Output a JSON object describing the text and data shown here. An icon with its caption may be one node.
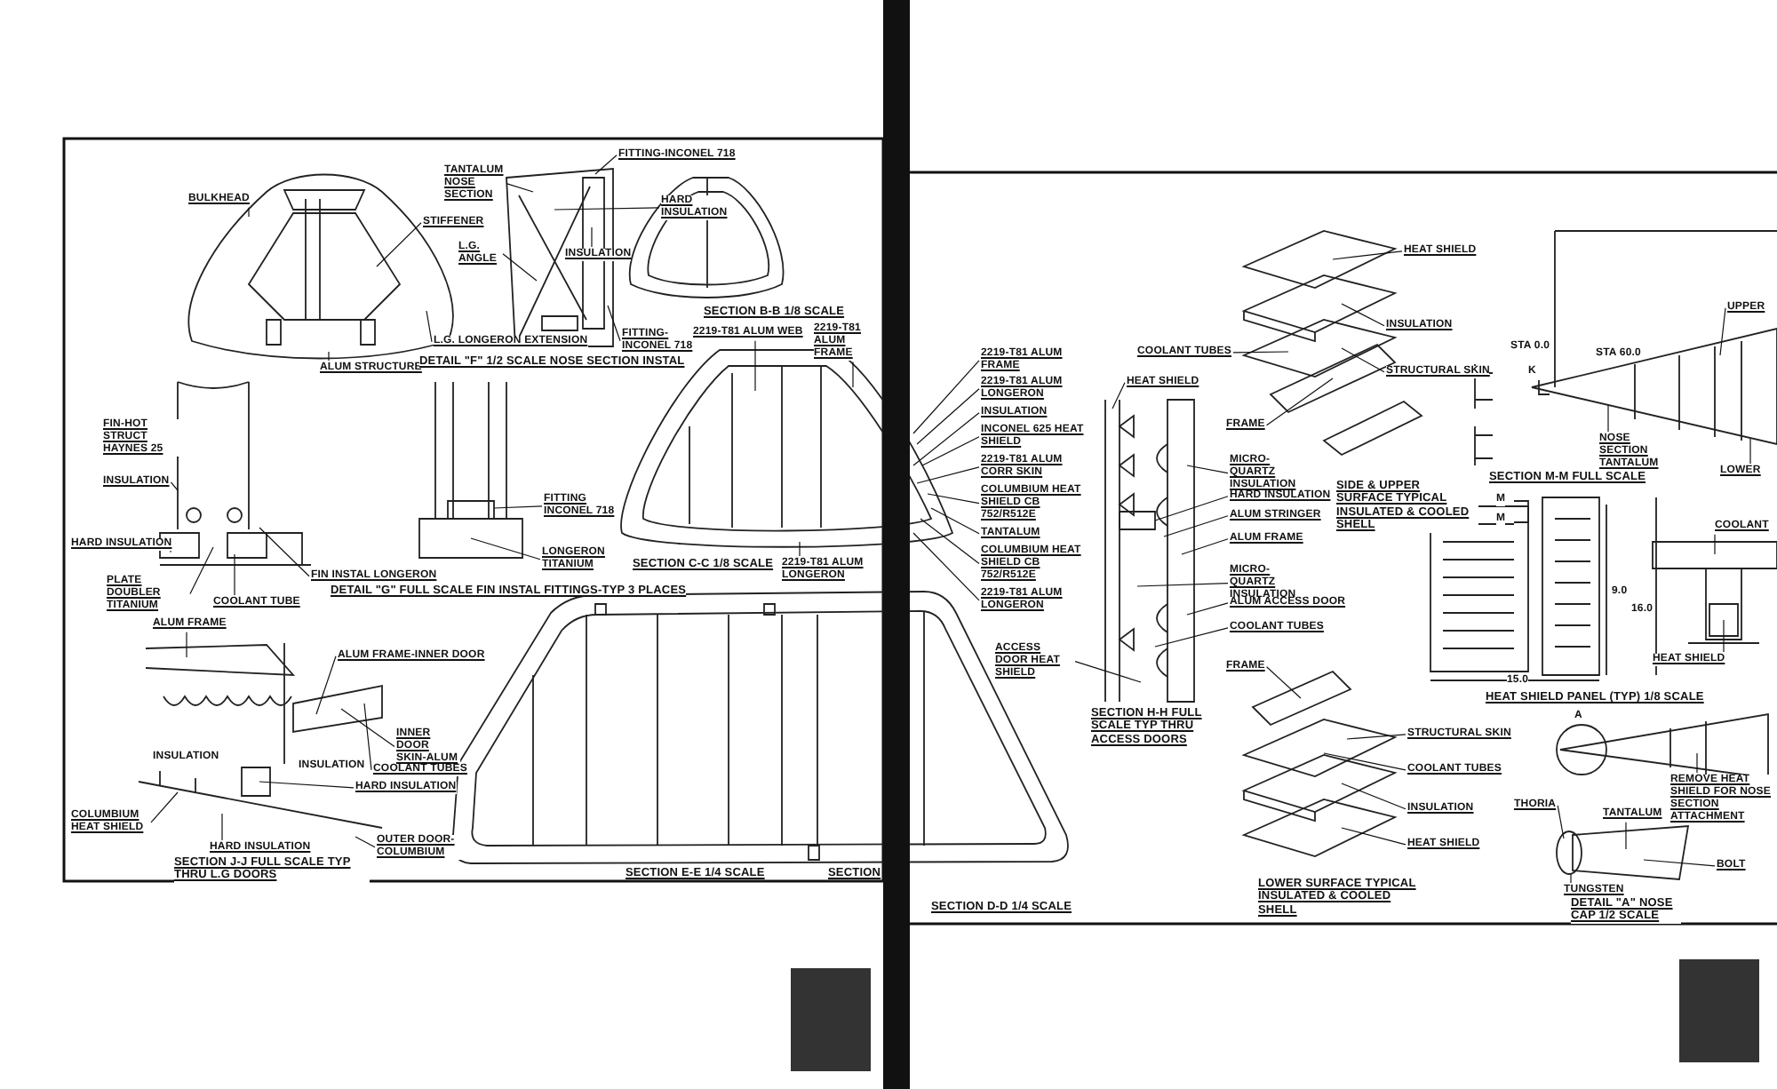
{
  "diagram": {
    "nodes": [
      {
        "text": [
          "BULKHEAD"
        ]
      },
      {
        "text": [
          "STIFFENER"
        ]
      },
      {
        "text": [
          "ALUM STRUCTURE"
        ]
      },
      {
        "text": [
          "L.G. LONGERON EXTENSION"
        ]
      },
      {
        "text": [
          "TANTALUM NOSE SECTION"
        ]
      },
      {
        "text": [
          "FITTING-INCONEL 718"
        ]
      },
      {
        "text": [
          "HARD INSULATION"
        ]
      },
      {
        "text": [
          "L.G. ANGLE"
        ]
      },
      {
        "text": [
          "INSULATION"
        ]
      },
      {
        "text": [
          "FITTING-INCONEL 718"
        ]
      },
      {
        "text": [
          "2219-T81 ALUM WEB"
        ]
      },
      {
        "text": [
          "2219-T81 ALUM FRAME"
        ]
      },
      {
        "text": [
          "2219-T81 ALUM FRAME"
        ]
      },
      {
        "text": [
          "2219-T81 ALUM LONGERON"
        ]
      },
      {
        "text": [
          "INSULATION"
        ]
      },
      {
        "text": [
          "INCONEL 625 HEAT SHIELD"
        ]
      },
      {
        "text": [
          "2219-T81 ALUM CORR SKIN"
        ]
      },
      {
        "text": [
          "COLUMBIUM HEAT SHIELD CB 752/R512E"
        ]
      },
      {
        "text": [
          "TANTALUM"
        ]
      },
      {
        "text": [
          "COLUMBIUM HEAT SHIELD CB 752/R512E"
        ]
      },
      {
        "text": [
          "2219-T81 ALUM LONGERON"
        ]
      },
      {
        "text": [
          "2219-T81 ALUM LONGERON"
        ]
      },
      {
        "text": [
          "FIN-HOT STRUCT HAYNES 25"
        ]
      },
      {
        "text": [
          "INSULATION"
        ]
      },
      {
        "text": [
          "HARD INSULATION"
        ]
      },
      {
        "text": [
          "PLATE DOUBLER TITANIUM"
        ]
      },
      {
        "text": [
          "FIN INSTAL LONGERON"
        ]
      },
      {
        "text": [
          "COOLANT TUBE"
        ]
      },
      {
        "text": [
          "FITTING INCONEL 718"
        ]
      },
      {
        "text": [
          "LONGERON TITANIUM"
        ]
      },
      {
        "text": [
          "ALUM FRAME"
        ]
      },
      {
        "text": [
          "ALUM FRAME-INNER DOOR"
        ]
      },
      {
        "text": [
          "INNER DOOR SKIN-ALUM"
        ]
      },
      {
        "text": [
          "COOLANT TUBES"
        ]
      },
      {
        "text": [
          "HARD INSULATION"
        ]
      },
      {
        "text": [
          "COLUMBIUM HEAT SHIELD"
        ]
      },
      {
        "text": [
          "HARD INSULATION"
        ]
      },
      {
        "text": [
          "OUTER DOOR-COLUMBIUM"
        ]
      },
      {
        "text": [
          "HEAT SHIELD"
        ]
      },
      {
        "text": [
          "MICRO-QUARTZ INSULATION"
        ]
      },
      {
        "text": [
          "HARD INSULATION"
        ]
      },
      {
        "text": [
          "ALUM STRINGER"
        ]
      },
      {
        "text": [
          "ALUM FRAME"
        ]
      },
      {
        "text": [
          "MICRO-QUARTZ INSULATION"
        ]
      },
      {
        "text": [
          "ALUM ACCESS DOOR"
        ]
      },
      {
        "text": [
          "ACCESS DOOR HEAT SHIELD"
        ]
      },
      {
        "text": [
          "COOLANT TUBES"
        ]
      },
      {
        "text": [
          "HEAT SHIELD"
        ]
      },
      {
        "text": [
          "INSULATION"
        ]
      },
      {
        "text": [
          "STRUCTURAL SKIN"
        ]
      },
      {
        "text": [
          "COOLANT TUBES"
        ]
      },
      {
        "text": [
          "FRAME"
        ]
      },
      {
        "text": [
          "FRAME"
        ]
      },
      {
        "text": [
          "STRUCTURAL SKIN"
        ]
      },
      {
        "text": [
          "COOLANT TUBES"
        ]
      },
      {
        "text": [
          "INSULATION"
        ]
      },
      {
        "text": [
          "HEAT SHIELD"
        ]
      },
      {
        "text": [
          "UPPER"
        ]
      },
      {
        "text": [
          "NOSE SECTION TANTALUM"
        ]
      },
      {
        "text": [
          "LOWER"
        ]
      },
      {
        "text": [
          "COOLANT"
        ]
      },
      {
        "text": [
          "HEAT SHIELD"
        ]
      },
      {
        "text": [
          "REMOVE HEAT SHIELD FOR NOSE SECTION ATTACHMENT"
        ]
      },
      {
        "text": [
          "THORIA"
        ]
      },
      {
        "text": [
          "TANTALUM"
        ]
      },
      {
        "text": [
          "BOLT"
        ]
      },
      {
        "text": [
          "TUNGSTEN"
        ]
      },
      {
        "text": [],
        "shape": "picture"
      },
      {
        "text": [],
        "shape": "picture"
      },
      {
        "text": [],
        "shape": "picture"
      },
      {
        "text": [],
        "shape": "picture"
      },
      {
        "text": [],
        "shape": "picture"
      },
      {
        "text": [],
        "shape": "picture"
      },
      {
        "text": [],
        "shape": "picture"
      },
      {
        "text": [],
        "shape": "picture"
      },
      {
        "text": [],
        "shape": "picture"
      },
      {
        "text": [],
        "shape": "picture"
      },
      {
        "text": [],
        "shape": "picture"
      },
      {
        "text": [],
        "shape": "picture"
      }
    ],
    "edges": [
      {
        "from": 0,
        "to": 67,
        "arrow": "none"
      },
      {
        "from": 1,
        "to": 67,
        "arrow": "none"
      },
      {
        "from": 2,
        "to": 67,
        "arrow": "none"
      },
      {
        "from": 3,
        "to": 67,
        "arrow": "none"
      },
      {
        "from": 4,
        "to": 68,
        "arrow": "none"
      },
      {
        "from": 5,
        "to": 68,
        "arrow": "none"
      },
      {
        "from": 6,
        "to": 68,
        "arrow": "none"
      },
      {
        "from": 7,
        "to": 68,
        "arrow": "none"
      },
      {
        "from": 8,
        "to": 68,
        "arrow": "none"
      },
      {
        "from": 9,
        "to": 68,
        "arrow": "none"
      },
      {
        "from": 10,
        "to": 69,
        "arrow": "none"
      },
      {
        "from": 11,
        "to": 69,
        "arrow": "none"
      },
      {
        "from": 12,
        "to": 69,
        "arrow": "none"
      },
      {
        "from": 13,
        "to": 69,
        "arrow": "none"
      },
      {
        "from": 14,
        "to": 69,
        "arrow": "none"
      },
      {
        "from": 15,
        "to": 69,
        "arrow": "none"
      },
      {
        "from": 16,
        "to": 69,
        "arrow": "none"
      },
      {
        "from": 17,
        "to": 69,
        "arrow": "none"
      },
      {
        "from": 18,
        "to": 69,
        "arrow": "none"
      },
      {
        "from": 19,
        "to": 69,
        "arrow": "none"
      },
      {
        "from": 20,
        "to": 69,
        "arrow": "none"
      },
      {
        "from": 21,
        "to": 69,
        "arrow": "none"
      },
      {
        "from": 22,
        "to": 70,
        "arrow": "none"
      },
      {
        "from": 23,
        "to": 70,
        "arrow": "none"
      },
      {
        "from": 24,
        "to": 70,
        "arrow": "none"
      },
      {
        "from": 25,
        "to": 70,
        "arrow": "none"
      },
      {
        "from": 26,
        "to": 70,
        "arrow": "none"
      },
      {
        "from": 27,
        "to": 70,
        "arrow": "none"
      },
      {
        "from": 28,
        "to": 70,
        "arrow": "none"
      },
      {
        "from": 29,
        "to": 70,
        "arrow": "none"
      },
      {
        "from": 30,
        "to": 71,
        "arrow": "none"
      },
      {
        "from": 31,
        "to": 71,
        "arrow": "none"
      },
      {
        "from": 32,
        "to": 71,
        "arrow": "none"
      },
      {
        "from": 33,
        "to": 71,
        "arrow": "none"
      },
      {
        "from": 34,
        "to": 71,
        "arrow": "none"
      },
      {
        "from": 35,
        "to": 71,
        "arrow": "none"
      },
      {
        "from": 36,
        "to": 71,
        "arrow": "none"
      },
      {
        "from": 37,
        "to": 71,
        "arrow": "none"
      },
      {
        "from": 38,
        "to": 72,
        "arrow": "none"
      },
      {
        "from": 39,
        "to": 72,
        "arrow": "none"
      },
      {
        "from": 40,
        "to": 72,
        "arrow": "none"
      },
      {
        "from": 41,
        "to": 72,
        "arrow": "none"
      },
      {
        "from": 42,
        "to": 72,
        "arrow": "none"
      },
      {
        "from": 43,
        "to": 72,
        "arrow": "none"
      },
      {
        "from": 44,
        "to": 72,
        "arrow": "none"
      },
      {
        "from": 45,
        "to": 72,
        "arrow": "none"
      },
      {
        "from": 46,
        "to": 72,
        "arrow": "none"
      },
      {
        "from": 47,
        "to": 73,
        "arrow": "none"
      },
      {
        "from": 48,
        "to": 73,
        "arrow": "none"
      },
      {
        "from": 49,
        "to": 73,
        "arrow": "none"
      },
      {
        "from": 50,
        "to": 73,
        "arrow": "none"
      },
      {
        "from": 51,
        "to": 73,
        "arrow": "none"
      },
      {
        "from": 52,
        "to": 74,
        "arrow": "none"
      },
      {
        "from": 53,
        "to": 74,
        "arrow": "none"
      },
      {
        "from": 54,
        "to": 74,
        "arrow": "none"
      },
      {
        "from": 55,
        "to": 74,
        "arrow": "none"
      },
      {
        "from": 56,
        "to": 74,
        "arrow": "none"
      },
      {
        "from": 57,
        "to": 75,
        "arrow": "none"
      },
      {
        "from": 58,
        "to": 75,
        "arrow": "none"
      },
      {
        "from": 59,
        "to": 75,
        "arrow": "none"
      },
      {
        "from": 60,
        "to": 76,
        "arrow": "none"
      },
      {
        "from": 61,
        "to": 76,
        "arrow": "none"
      },
      {
        "from": 62,
        "to": 77,
        "arrow": "none"
      },
      {
        "from": 63,
        "to": 78,
        "arrow": "none"
      },
      {
        "from": 64,
        "to": 78,
        "arrow": "none"
      },
      {
        "from": 65,
        "to": 78,
        "arrow": "none"
      },
      {
        "from": 66,
        "to": 78,
        "arrow": "none"
      }
    ],
    "labels": [
      "DETAIL \"F\" 1/2 SCALE NOSE SECTION INSTAL",
      "SECTION B-B 1/8 SCALE",
      "SECTION C-C 1/8 SCALE",
      "DETAIL \"G\" FULL SCALE FIN INSTAL FITTINGS-TYP 3 PLACES",
      "INSULATION",
      "INSULATION",
      "SECTION J-J FULL SCALE TYP THRU L.G DOORS",
      "SECTION E-E 1/4 SCALE",
      "SECTION",
      "SIDE & UPPER SURFACE TYPICAL INSULATED & COOLED SHELL",
      "SECTION H-H FULL SCALE TYP THRU ACCESS DOORS",
      "LOWER SURFACE TYPICAL INSULATED & COOLED SHELL",
      "SECTION D-D 1/4 SCALE",
      "STA 0.0",
      "STA 60.0",
      "K",
      "SECTION M-M FULL SCALE",
      "M",
      "M",
      "9.0",
      "16.0",
      "15.0",
      "HEAT SHIELD PANEL (TYP) 1/8 SCALE",
      "A",
      "DETAIL \"A\" NOSE CAP 1/2 SCALE"
    ]
  }
}
